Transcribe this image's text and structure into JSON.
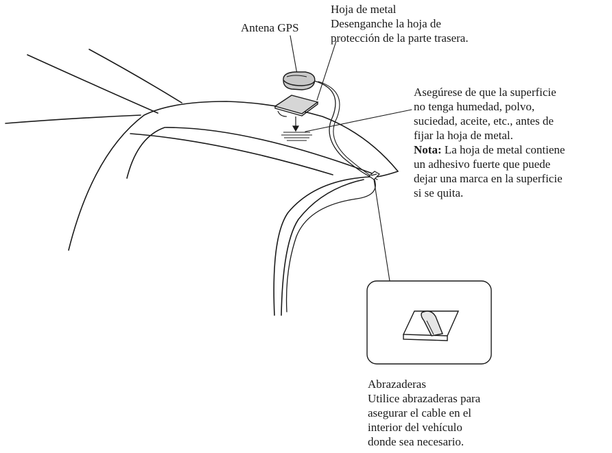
{
  "labels": {
    "gps_antenna": "Antena GPS",
    "metal_sheet": {
      "title": "Hoja de metal",
      "lines": [
        "Desenganche la hoja de",
        "protección de la parte trasera."
      ]
    },
    "surface_note": {
      "lines": [
        "Asegúrese de que la superficie",
        "no tenga humedad, polvo,",
        "suciedad, aceite, etc., antes de",
        "fijar la hoja de metal."
      ],
      "nota_label": "Nota:",
      "nota_first": " La hoja de metal contiene",
      "nota_lines": [
        "un adhesivo fuerte que puede",
        "dejar una marca en la superficie",
        "si se quita."
      ]
    },
    "clamps": {
      "title": "Abrazaderas",
      "lines": [
        "Utilice abrazaderas para",
        "asegurar el cable en el",
        "interior del vehículo",
        "donde sea necesario."
      ]
    }
  },
  "colors": {
    "line": "#1a1a1a",
    "antenna_fill": "#c8c8c8",
    "sheet_fill": "#d6d6d6",
    "background": "#ffffff"
  }
}
